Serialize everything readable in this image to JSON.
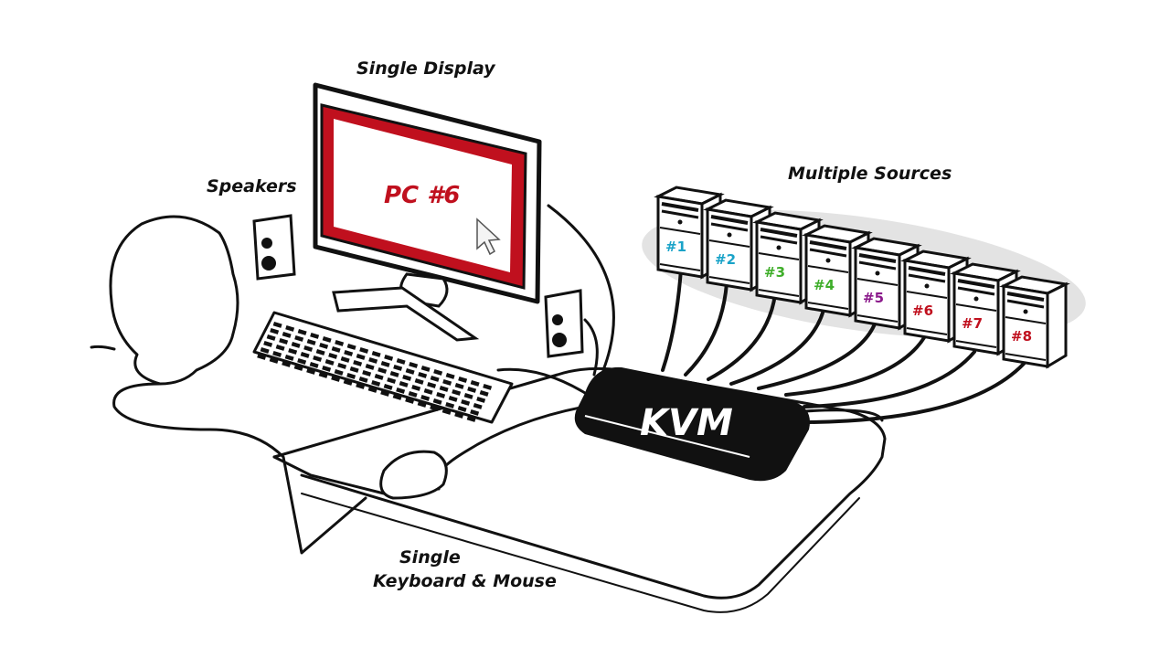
{
  "labels": {
    "display": "Single Display",
    "speakers": "Speakers",
    "sources": "Multiple Sources",
    "input_line1": "Single",
    "input_line2": "Keyboard & Mouse"
  },
  "screen": {
    "text": "PC #6",
    "color": "#c0101e"
  },
  "kvm": {
    "label": "KVM"
  },
  "sources": [
    {
      "label": "#1",
      "color": "#1aa3c8"
    },
    {
      "label": "#2",
      "color": "#1aa3c8"
    },
    {
      "label": "#3",
      "color": "#3fae2a"
    },
    {
      "label": "#4",
      "color": "#3fae2a"
    },
    {
      "label": "#5",
      "color": "#8b1a8b"
    },
    {
      "label": "#6",
      "color": "#c0101e"
    },
    {
      "label": "#7",
      "color": "#c0101e"
    },
    {
      "label": "#8",
      "color": "#c0101e"
    }
  ],
  "colors": {
    "ink": "#111111",
    "highlight_ellipse": "#e3e3e3",
    "accent_red": "#c0101e"
  }
}
